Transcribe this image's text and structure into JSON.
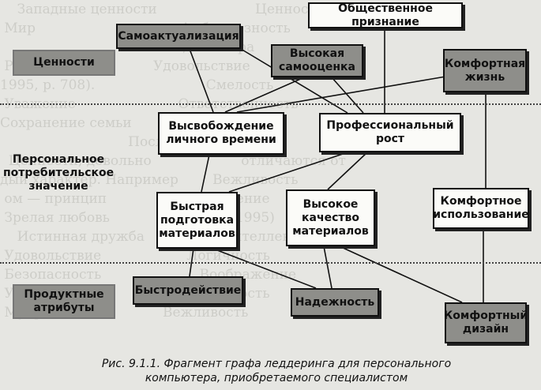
{
  "levels": {
    "values": "Ценности",
    "personal": "Персональное потребительское значение",
    "attributes": "Продуктные атрибуты"
  },
  "nodes": {
    "self_actualization": "Самоактуализация",
    "public_recognition": "Общественное признание",
    "high_self_esteem": "Высокая самооценка",
    "comfortable_life": "Комфортная жизнь",
    "free_time": "Высвобождение личного времени",
    "professional_growth": "Профессиональный рост",
    "fast_preparation": "Быстрая подготовка материалов",
    "high_quality": "Высокое качество материалов",
    "comfortable_use": "Комфортное использование",
    "speed": "Быстродействие",
    "reliability": "Надежность",
    "comfortable_design": "Комфортный дизайн"
  },
  "caption": {
    "line1": "Рис. 9.1.1. Фрагмент графа леддеринга для персонального",
    "line2": "компьютера, приобретаемого специалистом"
  }
}
